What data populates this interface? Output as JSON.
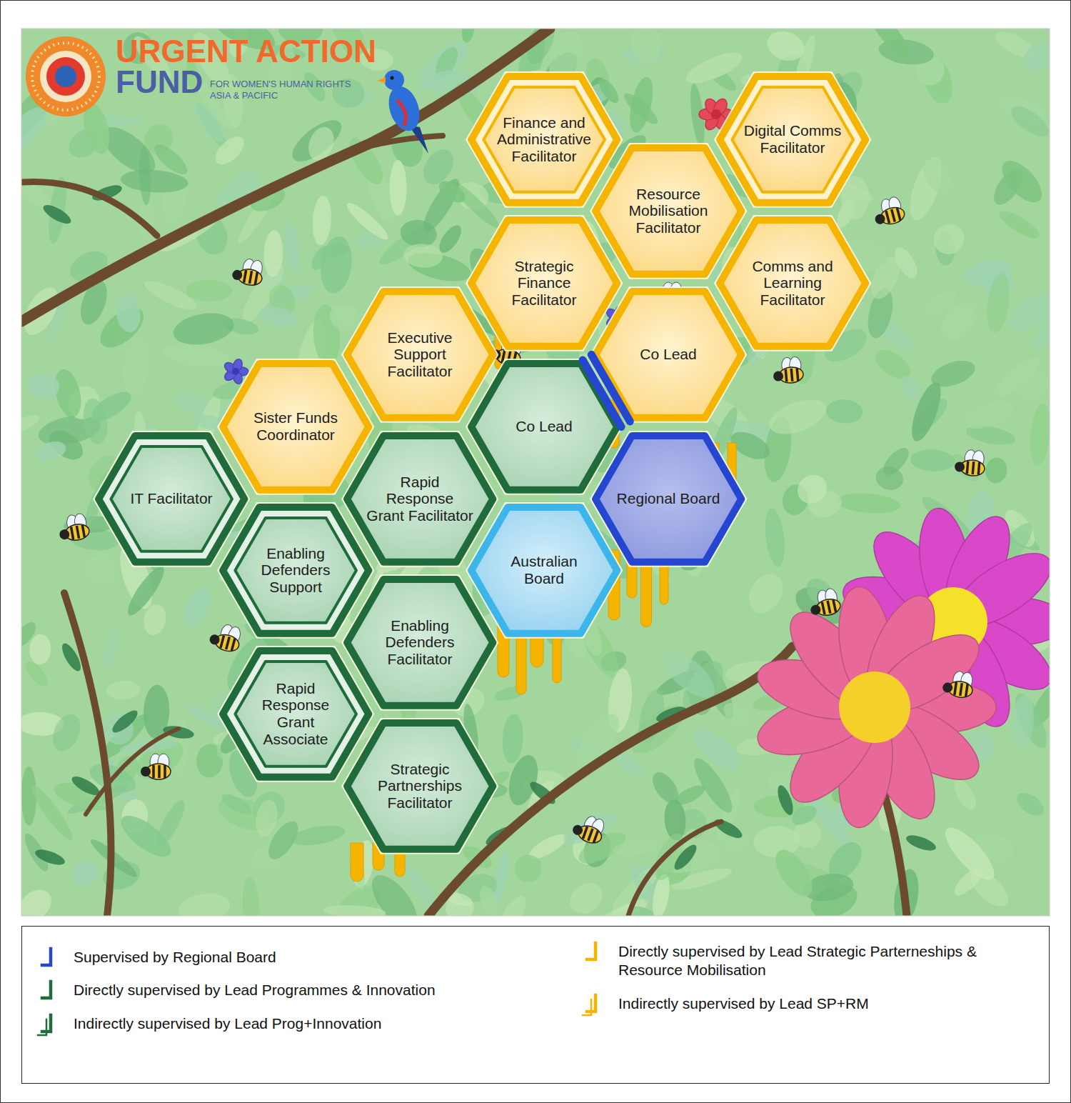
{
  "diagram": {
    "nodes": [
      {
        "text": [
          "Finance and Administrative Facilitator"
        ]
      },
      {
        "text": [
          "Digital Comms Facilitator"
        ]
      },
      {
        "text": [
          "Resource Mobilisation Facilitator"
        ]
      },
      {
        "text": [
          "Strategic Finance Facilitator"
        ]
      },
      {
        "text": [
          "Comms and Learning Facilitator"
        ]
      },
      {
        "text": [
          "Executive Support Facilitator"
        ]
      },
      {
        "text": [
          "Co Lead"
        ]
      },
      {
        "text": [
          "Sister Funds Coordinator"
        ]
      },
      {
        "text": [
          "Co Lead"
        ]
      },
      {
        "text": [
          "IT Facilitator"
        ]
      },
      {
        "text": [
          "Rapid Response Grant Facilitator"
        ]
      },
      {
        "text": [
          "Regional Board"
        ]
      },
      {
        "text": [
          "Enabling Defenders Support"
        ]
      },
      {
        "text": [
          "Australian Board"
        ]
      },
      {
        "text": [
          "Enabling Defenders Facilitator"
        ]
      },
      {
        "text": [
          "Rapid Response Grant Associate"
        ]
      },
      {
        "text": [
          "Strategic Partnerships Facilitator"
        ]
      }
    ],
    "labels": [
      "URGENT ACTION",
      "FUND",
      "FOR WOMEN'S HUMAN RIGHTS",
      "ASIA & PACIFIC"
    ],
    "legend": [
      {
        "text": "Supervised by Regional Board",
        "color": "#2446d0"
      },
      {
        "text": "Directly supervised by Lead Programmes & Innovation",
        "color": "#1f6b3c"
      },
      {
        "text": "Indirectly supervised by Lead Prog+Innovation",
        "color": "#1f6b3c"
      },
      {
        "text": "Directly supervised by Lead Strategic Parterneships & Resource Mobilisation",
        "color": "#f5b400"
      },
      {
        "text": "Indirectly supervised by Lead SP+RM",
        "color": "#f5b400"
      }
    ]
  }
}
